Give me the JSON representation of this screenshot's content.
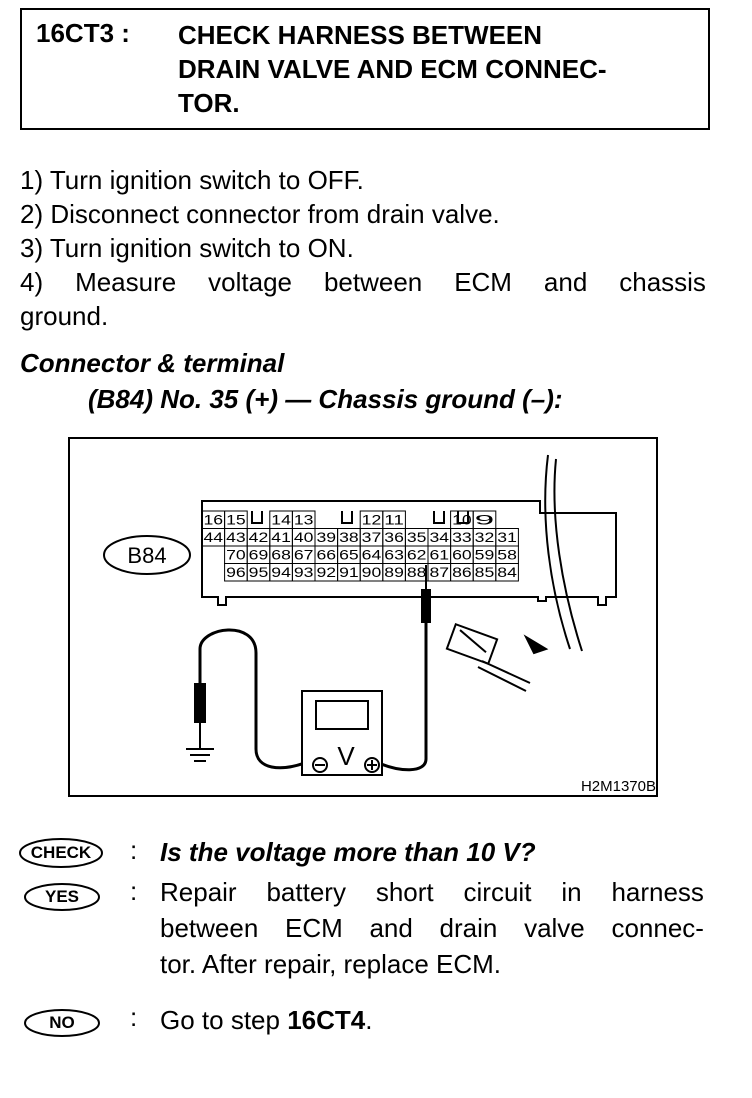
{
  "header": {
    "step_code": "16CT3 :",
    "title_lines": [
      "CHECK HARNESS BETWEEN",
      "DRAIN VALVE AND ECM CONNEC-",
      "TOR."
    ]
  },
  "steps": [
    "1)  Turn ignition switch to OFF.",
    "2)  Disconnect connector from drain valve.",
    "3)  Turn ignition switch to ON.",
    "4)  Measure voltage between ECM and chassis",
    "ground."
  ],
  "connector_terminal": {
    "label": "Connector & terminal",
    "spec": "(B84) No. 35 (+) — Chassis ground (–):"
  },
  "figure": {
    "connector_id": "B84",
    "figure_code": "H2M1370B",
    "meter_symbol": "V",
    "terminal_rows": [
      [
        "16",
        "15",
        "",
        "14",
        "13",
        "",
        "",
        "12",
        "11",
        "",
        "",
        "10",
        "9",
        ""
      ],
      [
        "44",
        "43",
        "42",
        "41",
        "40",
        "39",
        "38",
        "37",
        "36",
        "35",
        "34",
        "33",
        "32",
        "31"
      ],
      [
        "",
        "70",
        "69",
        "68",
        "67",
        "66",
        "65",
        "64",
        "63",
        "62",
        "61",
        "60",
        "59",
        "58"
      ],
      [
        "",
        "96",
        "95",
        "94",
        "93",
        "92",
        "91",
        "90",
        "89",
        "88",
        "87",
        "86",
        "85",
        "84"
      ]
    ]
  },
  "check": {
    "check_badge": "CHECK",
    "question": "Is the voltage more than 10 V?",
    "yes_badge": "YES",
    "yes_text_lines": [
      "Repair battery short circuit in harness",
      "between ECM and drain valve connec-",
      "tor. After repair, replace ECM."
    ],
    "no_badge": "NO",
    "no_text_prefix": "Go to step ",
    "no_step": "16CT4",
    "no_text_suffix": ".",
    "colon": ":"
  }
}
